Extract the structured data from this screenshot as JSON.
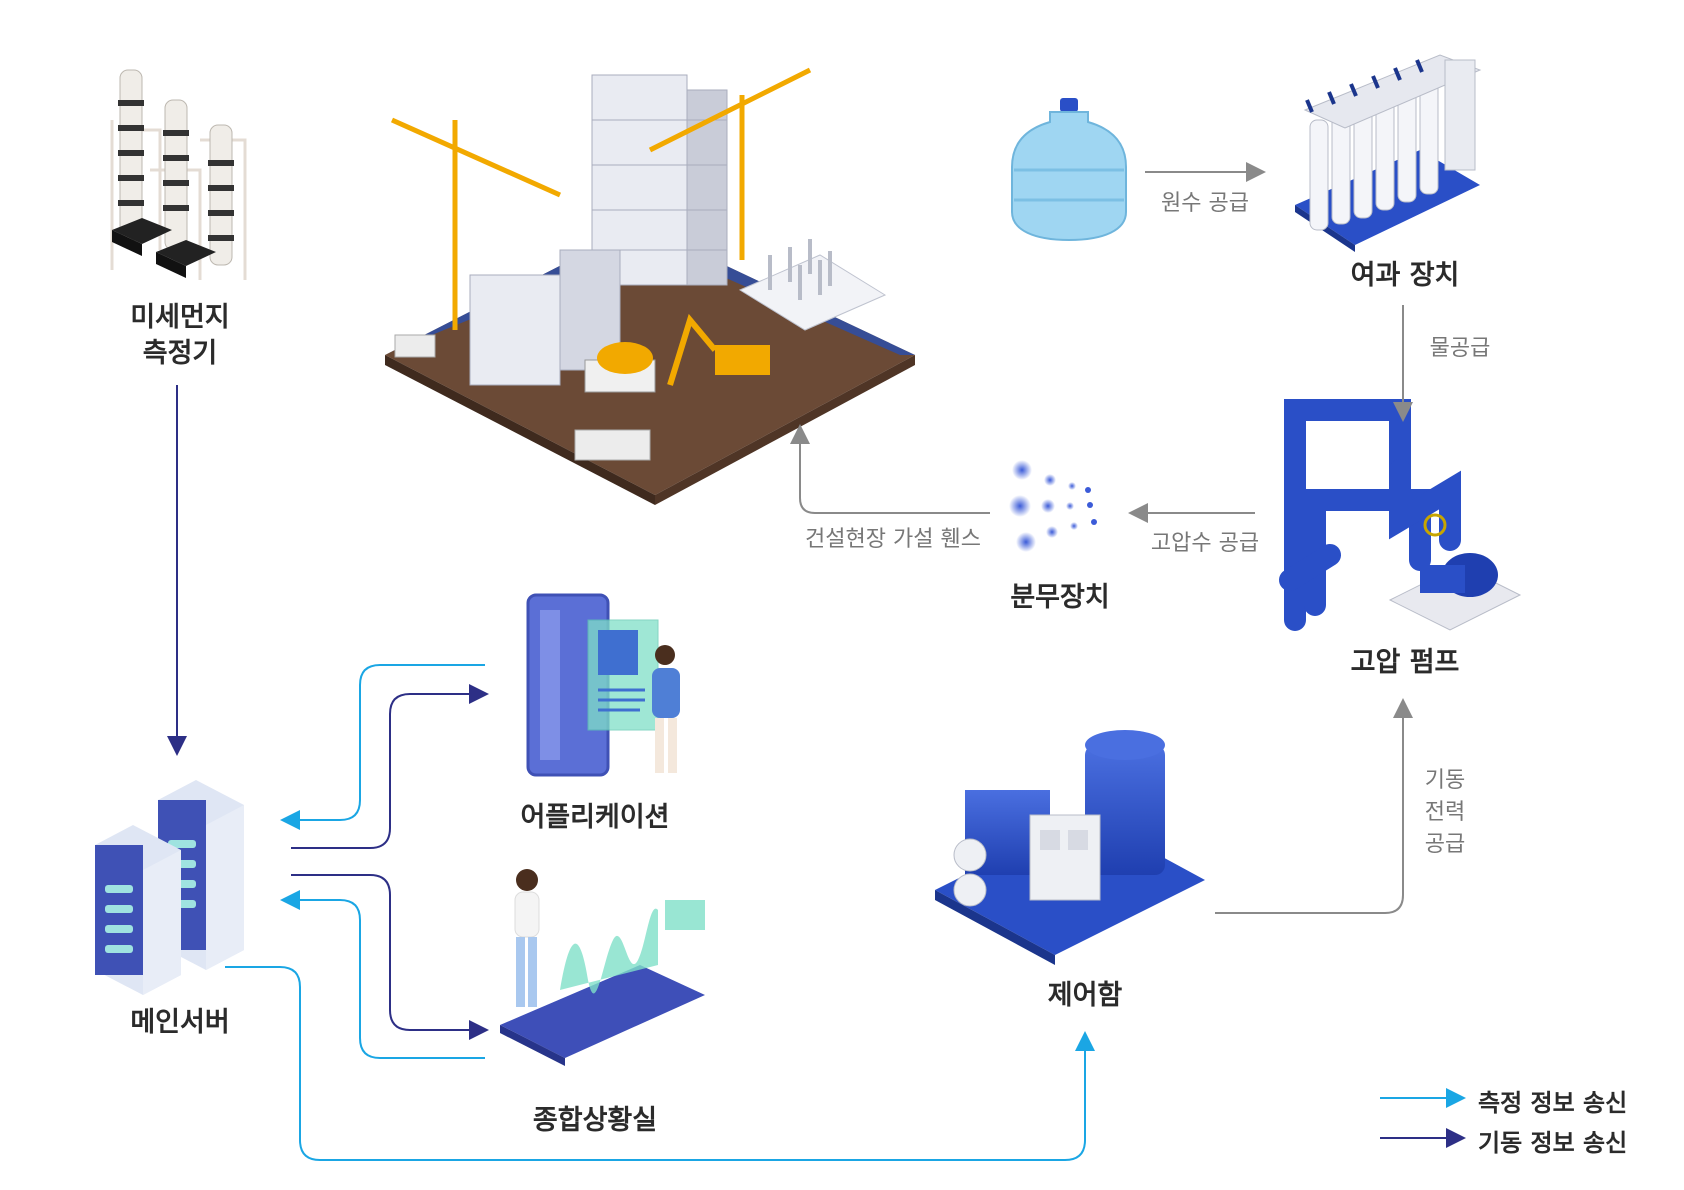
{
  "nodes": {
    "dust_meter": {
      "line1": "미세먼지",
      "line2": "측정기",
      "icon": "dust-sensor-icon"
    },
    "construction_site": {
      "icon": "construction-site-icon"
    },
    "water_bottle": {
      "icon": "water-bottle-icon"
    },
    "filter": {
      "label": "여과 장치",
      "icon": "filter-unit-icon"
    },
    "pump": {
      "label": "고압 펌프",
      "icon": "high-pressure-pump-icon"
    },
    "sprayer": {
      "label": "분무장치",
      "icon": "mist-sprayer-icon"
    },
    "app": {
      "label": "어플리케이션",
      "icon": "tablet-app-icon"
    },
    "control_room": {
      "label": "종합상황실",
      "icon": "dashboard-icon"
    },
    "main_server": {
      "label": "메인서버",
      "icon": "server-icon"
    },
    "control_box": {
      "label": "제어함",
      "icon": "control-box-icon"
    }
  },
  "edges": {
    "raw_water": "원수 공급",
    "water_supply": "물공급",
    "high_pressure_water": "고압수 공급",
    "site_fence": "건설현장 가설 휀스",
    "start_power": {
      "line1": "기동",
      "line2": "전력",
      "line3": "공급"
    }
  },
  "legend": {
    "measure": "측정 정보 송신",
    "operate": "기동 정보 송신"
  },
  "colors": {
    "measure_arrow": "#1aa6e4",
    "operate_arrow": "#2d2f86",
    "flow_arrow": "#8a8a8a",
    "equipment_blue": "#2a4fc7"
  }
}
